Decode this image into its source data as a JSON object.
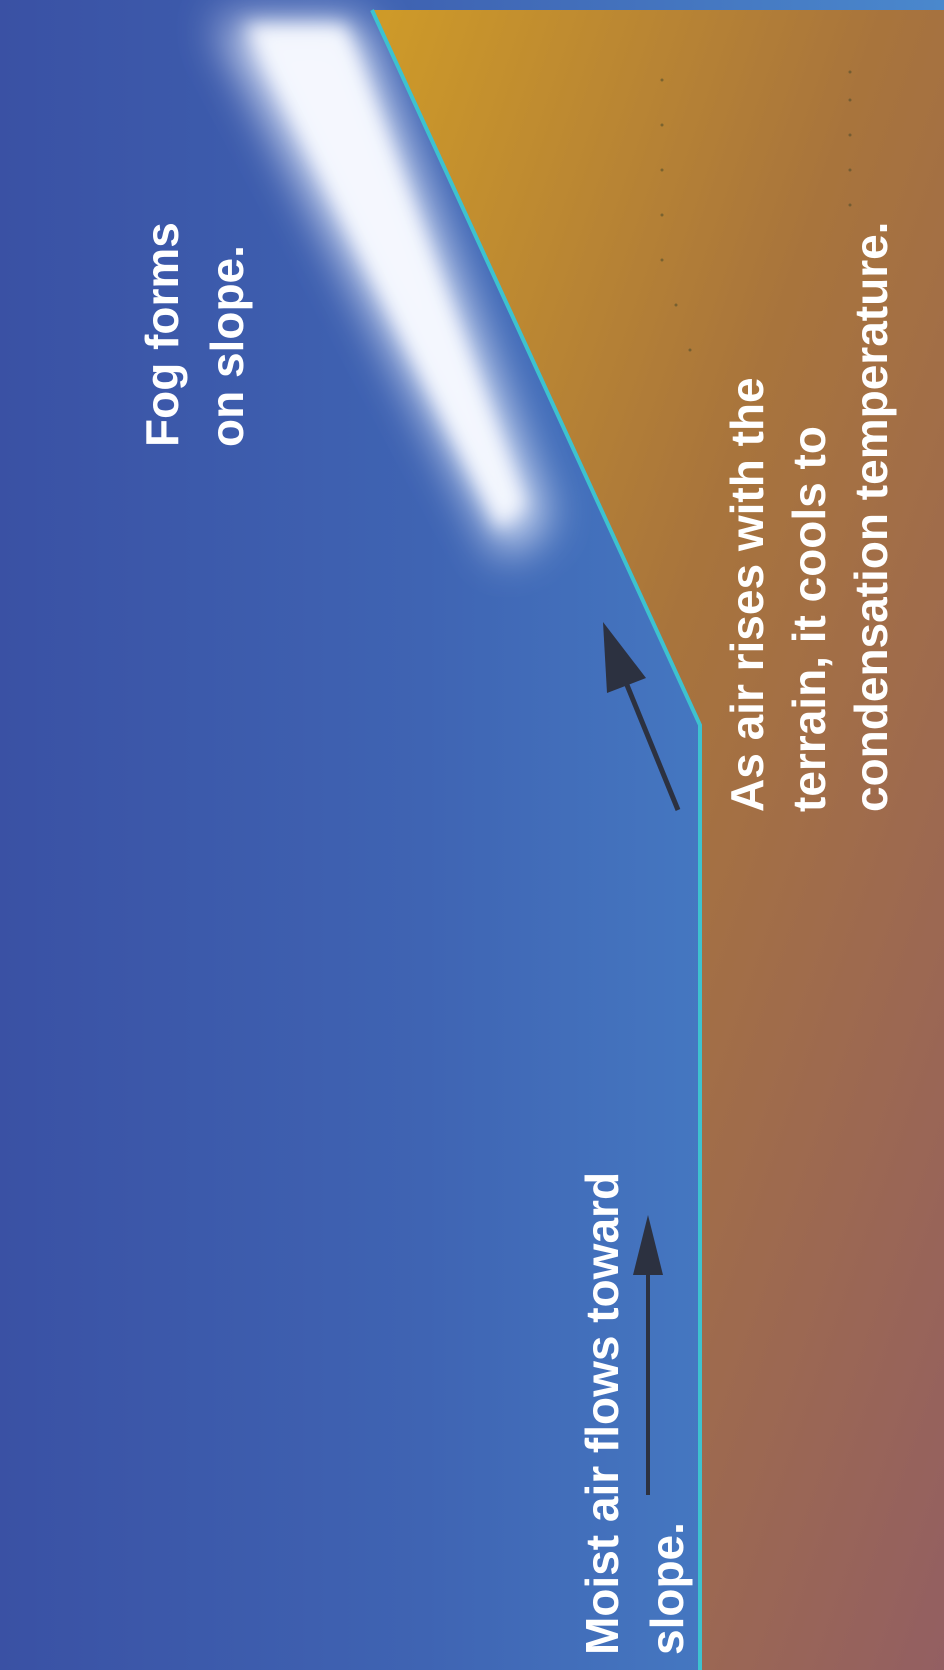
{
  "labels": {
    "fog_line1": "Fog forms",
    "fog_line2": "on slope.",
    "moist_line1": "Moist air flows toward",
    "moist_line2": "slope.",
    "rise_line1": "As air rises with the",
    "rise_line2": "terrain, it cools to",
    "rise_line3": "condensation temperature."
  },
  "colors": {
    "sky_dark": "#3c55a6",
    "sky_light": "#4a86cb",
    "ground_top": "#c8942c",
    "ground_bottom": "#97645c",
    "ground_edge": "#3ec2cf",
    "fog": "#f4f8ff",
    "arrow": "#2c3140",
    "text": "#ffffff"
  },
  "icons": {
    "flow_arrow": "arrow-icon",
    "rise_arrow": "arrow-icon"
  }
}
